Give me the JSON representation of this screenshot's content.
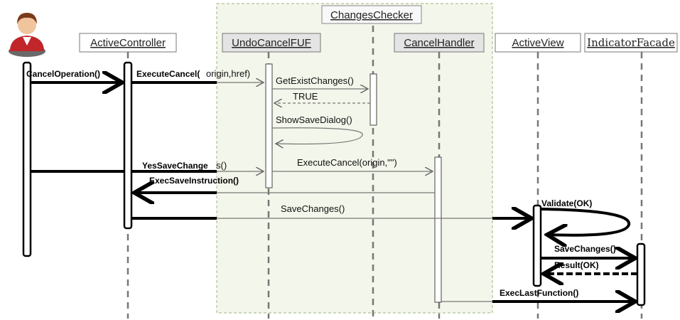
{
  "diagram": {
    "group_label": "ChangesChecker",
    "participants": {
      "active_controller": "ActiveController",
      "undo_cancel_fuf": "UndoCancelFUF",
      "cancel_handler": "CancelHandler",
      "active_view": "ActiveView",
      "indicator_facade": "IndicatorFacade"
    },
    "messages": {
      "cancel_operation": "CancelOperation()",
      "execute_cancel_bold": "ExecuteCancel(",
      "execute_cancel_args": "origin,href)",
      "get_exist_changes": "GetExistChanges()",
      "true_return": "TRUE",
      "show_save_dialog": "ShowSaveDialog()",
      "yes_save_changes_bold": "YesSaveChange",
      "yes_save_changes_tail": "s()",
      "execute_cancel_empty": "ExecuteCancel(origin,\"\")",
      "exec_save_instruction": "ExecSaveInstruction()",
      "save_changes": "SaveChanges()",
      "validate_ok": "Validate(OK)",
      "save_changes_bold": "SaveChanges()",
      "result_ok": "Result(OK)",
      "exec_last_function": "ExecLastFunction()"
    },
    "colors": {
      "group_fill": "#f3f6ea",
      "group_border": "#9cb57c",
      "actor_red": "#c0262a",
      "actor_skin": "#f0c49c",
      "actor_hair": "#7a3b1a"
    }
  }
}
